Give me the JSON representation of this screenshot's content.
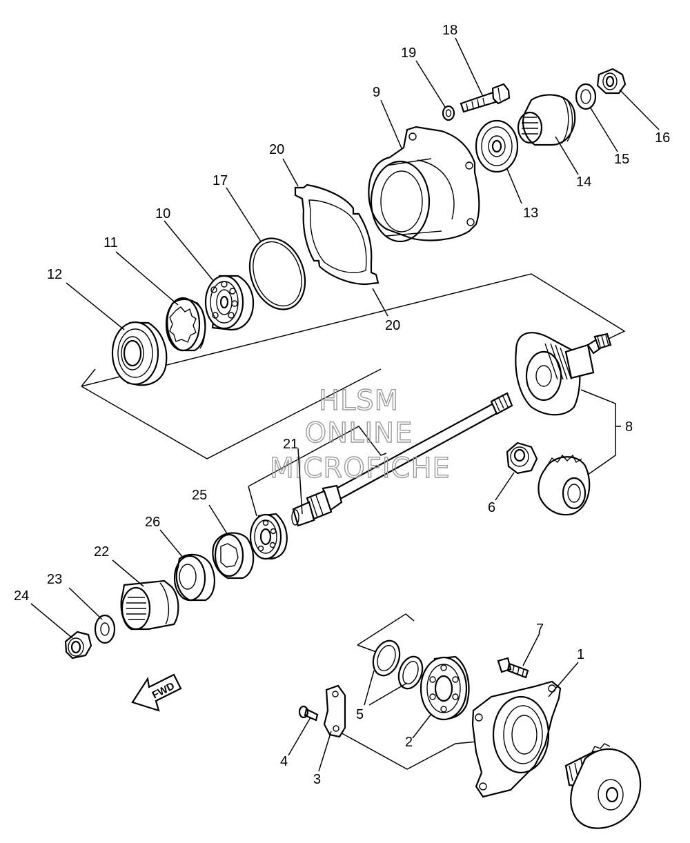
{
  "watermark": {
    "line1": "HLSM",
    "line2": "ONLINE",
    "line3": "MICROFICHE"
  },
  "fwd_label": "FWD",
  "callouts": [
    {
      "id": "c1",
      "text": "1"
    },
    {
      "id": "c2",
      "text": "2"
    },
    {
      "id": "c3",
      "text": "3"
    },
    {
      "id": "c4",
      "text": "4"
    },
    {
      "id": "c5",
      "text": "5"
    },
    {
      "id": "c6",
      "text": "6"
    },
    {
      "id": "c7",
      "text": "7"
    },
    {
      "id": "c8",
      "text": "8"
    },
    {
      "id": "c9",
      "text": "9"
    },
    {
      "id": "c10",
      "text": "10"
    },
    {
      "id": "c11",
      "text": "11"
    },
    {
      "id": "c12",
      "text": "12"
    },
    {
      "id": "c13",
      "text": "13"
    },
    {
      "id": "c14",
      "text": "14"
    },
    {
      "id": "c15",
      "text": "15"
    },
    {
      "id": "c16",
      "text": "16"
    },
    {
      "id": "c17",
      "text": "17"
    },
    {
      "id": "c18",
      "text": "18"
    },
    {
      "id": "c19",
      "text": "19"
    },
    {
      "id": "c20a",
      "text": "20"
    },
    {
      "id": "c20b",
      "text": "20"
    },
    {
      "id": "c21",
      "text": "21"
    },
    {
      "id": "c22",
      "text": "22"
    },
    {
      "id": "c23",
      "text": "23"
    },
    {
      "id": "c24",
      "text": "24"
    },
    {
      "id": "c25",
      "text": "25"
    },
    {
      "id": "c26",
      "text": "26"
    }
  ]
}
